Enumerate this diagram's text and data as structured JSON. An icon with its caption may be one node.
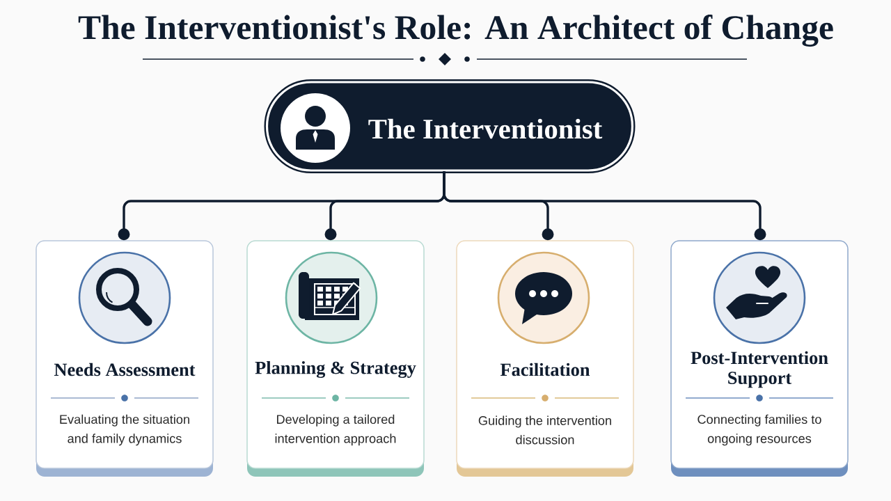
{
  "diagram": {
    "title": "The Interventionist's Role: An Architect of Change",
    "nodes": [
      {
        "text": [
          "The Interventionist"
        ]
      },
      {
        "text": [
          "Needs Assessment",
          "Evaluating the situation and family dynamics"
        ]
      },
      {
        "text": [
          "Planning & Strategy",
          "Developing a tailored intervention approach"
        ]
      },
      {
        "text": [
          "Facilitation",
          "Guiding the intervention discussion"
        ]
      },
      {
        "text": [
          "Post-Intervention Support",
          "Connecting families to ongoing resources"
        ]
      }
    ],
    "edges": [
      {
        "from": 0,
        "to": 1,
        "arrow": "other"
      },
      {
        "from": 0,
        "to": 2,
        "arrow": "other"
      },
      {
        "from": 0,
        "to": 3,
        "arrow": "other"
      },
      {
        "from": 0,
        "to": 4,
        "arrow": "other"
      }
    ]
  }
}
